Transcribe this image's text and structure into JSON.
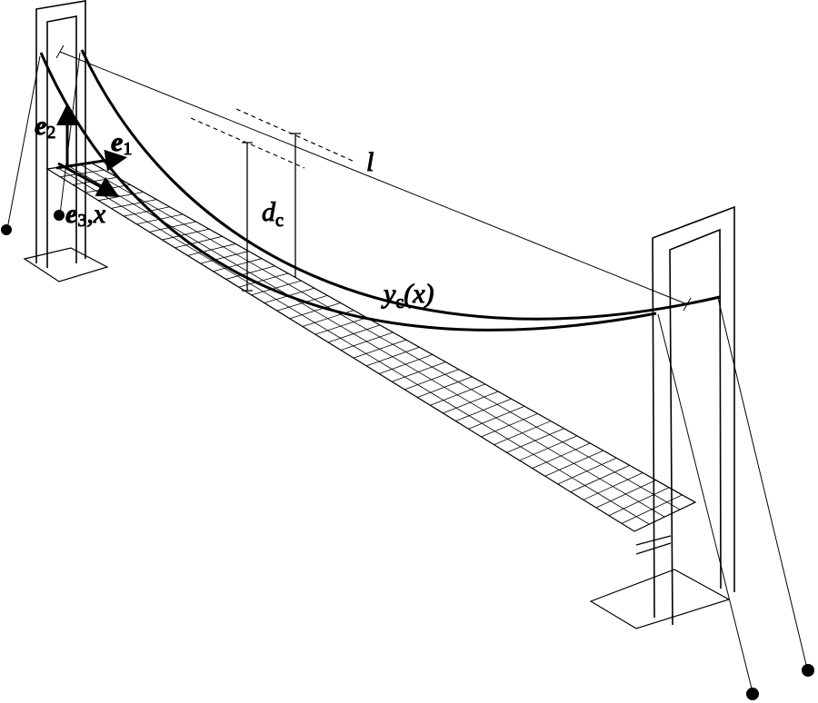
{
  "figure": {
    "labels": {
      "e1": {
        "base": "e",
        "sub": "1"
      },
      "e2": {
        "base": "e",
        "sub": "2"
      },
      "e3x": {
        "base": "e",
        "sub": "3",
        "suffix": ",x"
      },
      "span": "l",
      "sag": {
        "base": "d",
        "sub": "c"
      },
      "cable_shape": {
        "base": "y",
        "sub": "c",
        "suffix": "(x)"
      }
    },
    "colors": {
      "line": "#000000",
      "background": "#ffffff"
    },
    "deck_grid": {
      "cross_members": 46
    }
  }
}
